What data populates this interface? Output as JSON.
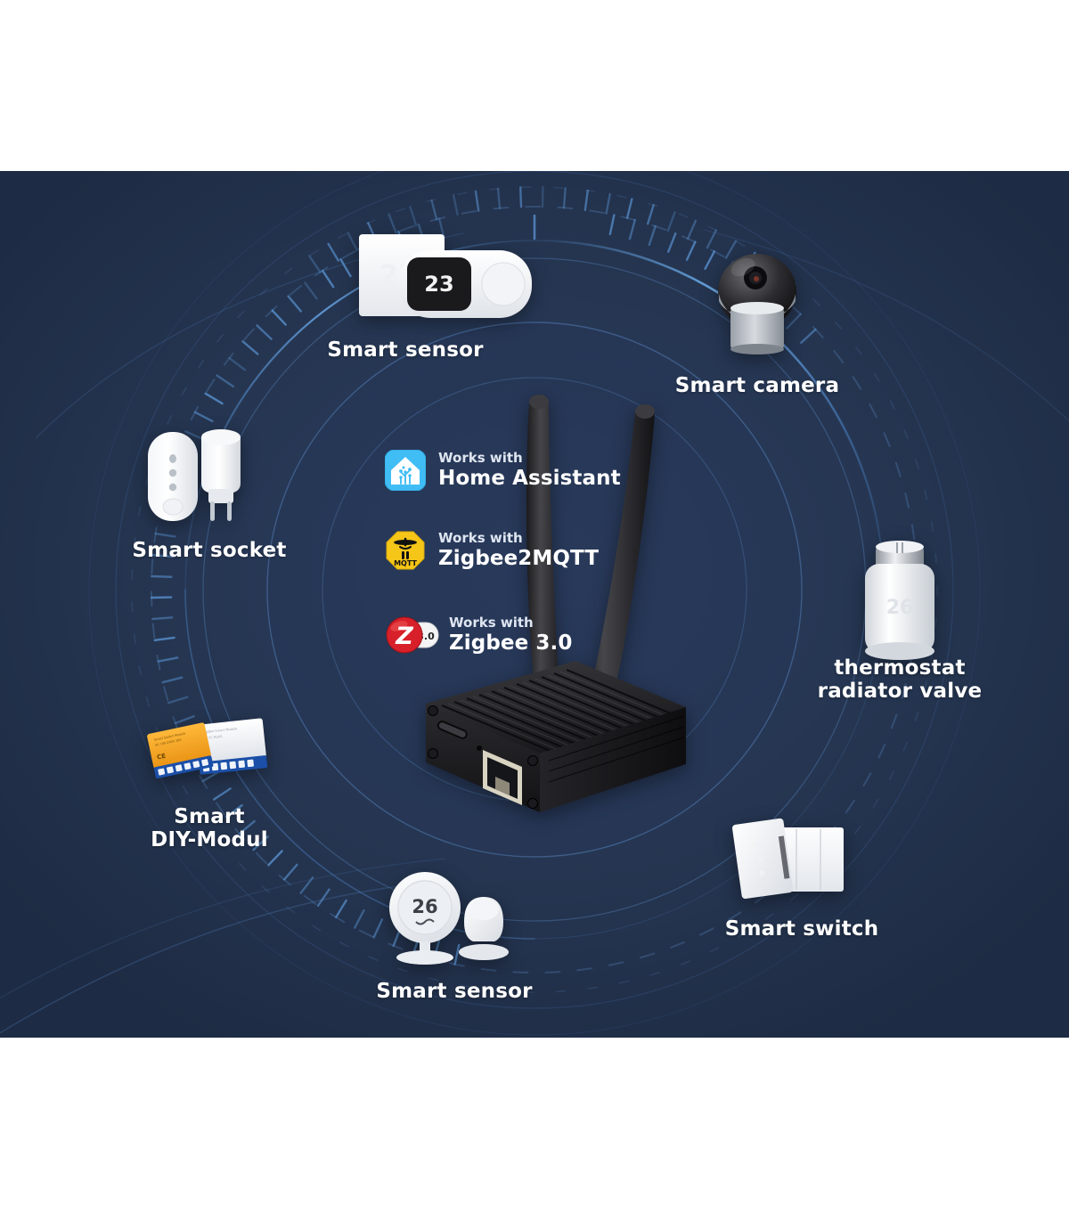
{
  "scene": {
    "background_outer": "#ffffff",
    "panel_color": "#22314f",
    "accent_ring": "#4a7fc1",
    "text_color": "#ffffff"
  },
  "compatibility": [
    {
      "icon": "home-assistant-icon",
      "works_with": "Works with",
      "name": "Home Assistant",
      "icon_color": "#41bdf5"
    },
    {
      "icon": "zigbee2mqtt-icon",
      "works_with": "Works with",
      "name": "Zigbee2MQTT",
      "icon_color": "#f5c518",
      "icon_text": "MQTT"
    },
    {
      "icon": "zigbee-3-icon",
      "works_with": "Works with",
      "name": "Zigbee 3.0",
      "icon_color": "#d8202a",
      "icon_letter": "Z",
      "icon_version": "3.0"
    }
  ],
  "devices": [
    {
      "id": "smart-sensor-top",
      "label_line1": "Smart sensor",
      "label_line2": "",
      "display_value": "23"
    },
    {
      "id": "smart-camera",
      "label_line1": "Smart camera",
      "label_line2": ""
    },
    {
      "id": "thermostat-valve",
      "label_line1": "thermostat",
      "label_line2": "radiator valve",
      "display_value": "26"
    },
    {
      "id": "smart-switch",
      "label_line1": "Smart switch",
      "label_line2": ""
    },
    {
      "id": "smart-sensor-bottom",
      "label_line1": "Smart sensor",
      "label_line2": "",
      "display_value": "26"
    },
    {
      "id": "smart-diy-modul",
      "label_line1": "Smart",
      "label_line2": "DIY-Modul"
    },
    {
      "id": "smart-socket",
      "label_line1": "Smart socket",
      "label_line2": ""
    }
  ],
  "gateway": {
    "name": "zigbee-gateway",
    "antenna_count": 2,
    "ports": [
      "usb-c-port",
      "ethernet-rj45-port"
    ]
  }
}
